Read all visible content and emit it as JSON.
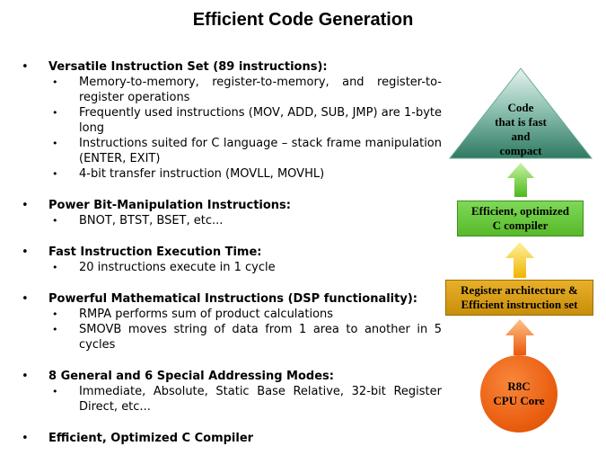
{
  "title": "Efficient Code Generation",
  "bullet_char": "•",
  "sections": [
    {
      "heading": "Versatile Instruction  Set (89 instructions):",
      "items": [
        "Memory-to-memory,  register-to-memory,  and register-to-register operations",
        "Frequently used instructions (MOV, ADD, SUB, JMP) are 1-byte long",
        "Instructions suited for C language – stack frame manipulation  (ENTER, EXIT)",
        "4-bit transfer instruction (MOVLL, MOVHL)"
      ]
    },
    {
      "heading": "Power Bit-Manipulation  Instructions:",
      "items": [
        "BNOT, BTST, BSET, etc..."
      ]
    },
    {
      "heading": "Fast Instruction  Execution Time:",
      "items": [
        "20 instructions execute in 1 cycle"
      ]
    },
    {
      "heading": "Powerful  Mathematical Instructions  (DSP functionality):",
      "items": [
        "RMPA performs  sum  of product calculations",
        "SMOVB moves string of data from  1 area to another in 5 cycles"
      ]
    },
    {
      "heading": "8 General and 6 Special Addressing Modes:",
      "items": [
        "Immediate,  Absolute, Static Base Relative, 32-bit Register Direct, etc..."
      ]
    },
    {
      "heading": "Efficient,  Optimized C Compiler",
      "items": []
    }
  ],
  "diagram": {
    "triangle": {
      "lines": [
        "Code",
        "that is fast",
        "and",
        "compact"
      ],
      "color": "#3d8a73"
    },
    "compiler_box": {
      "lines": [
        "Efficient, optimized",
        "C compiler"
      ],
      "color": "#66c33a"
    },
    "register_box": {
      "lines": [
        "Register architecture &",
        "Efficient instruction set"
      ],
      "color": "#d89e12"
    },
    "core_circle": {
      "lines": [
        "R8C",
        "CPU Core"
      ],
      "color": "#ee6413"
    },
    "arrow_colors": {
      "top": "#66cc33",
      "middle": "#f5c400",
      "bottom": "#f06414"
    }
  }
}
